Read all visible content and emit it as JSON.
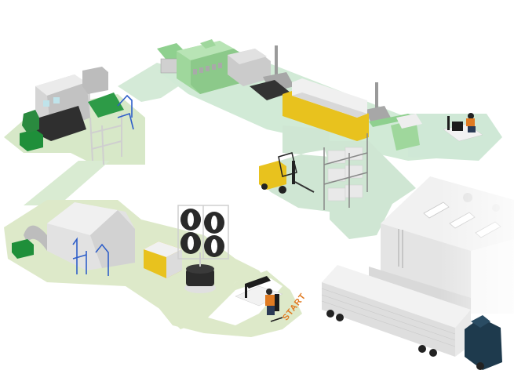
{
  "scene": {
    "type": "isometric factory process illustration",
    "start_label": "START",
    "colors": {
      "floor_green_light": "#d7e8c8",
      "floor_green_mint": "#cfe6d3",
      "machine_gray": "#d9d9d9",
      "machine_green": "#9fd19c",
      "bin_green": "#1f8f3a",
      "yellow": "#e8c21e",
      "blue_rail": "#2f5fc9",
      "orange": "#e07b22",
      "truck_cab": "#1e3a4d"
    },
    "stations": [
      {
        "id": "operator-desk-start",
        "label": "Operator workstation"
      },
      {
        "id": "tire-building-machine",
        "label": "Tire building machine"
      },
      {
        "id": "yellow-unit",
        "label": "Yellow processing unit"
      },
      {
        "id": "tire-rack",
        "label": "Tire storage rack"
      },
      {
        "id": "tire-stack",
        "label": "Tire stack on turntable"
      },
      {
        "id": "mixing-machine",
        "label": "Mixing machine with conveyor"
      },
      {
        "id": "extrusion-line",
        "label": "Green extrusion line"
      },
      {
        "id": "curing-oven",
        "label": "Yellow curing oven with exhaust stacks"
      },
      {
        "id": "operator-desk-2",
        "label": "Control desk"
      },
      {
        "id": "forklift",
        "label": "Forklift"
      },
      {
        "id": "pallet-rack",
        "label": "Pallet rack"
      },
      {
        "id": "warehouse",
        "label": "Warehouse building"
      },
      {
        "id": "truck",
        "label": "Semi truck with trailer"
      }
    ]
  }
}
